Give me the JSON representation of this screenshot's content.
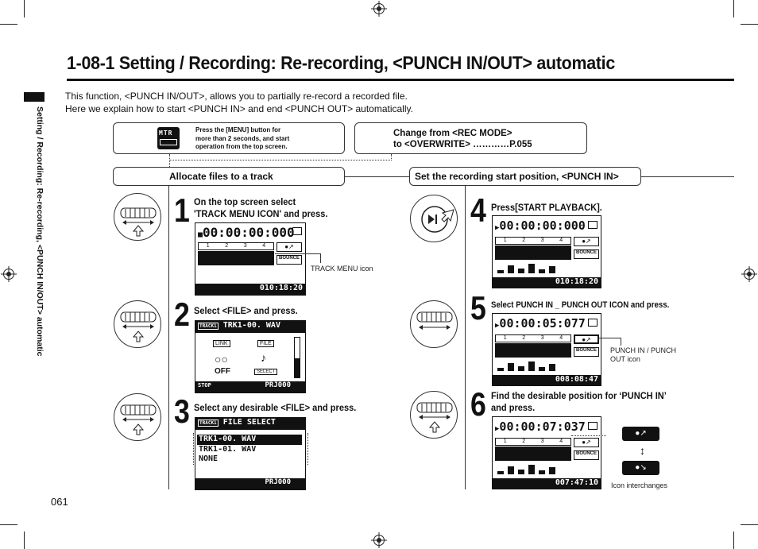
{
  "header": {
    "title": "1-08-1 Setting / Recording: Re-recording, <PUNCH IN/OUT> automatic",
    "side_label": "Setting / Recording: Re-recording, <PUNCH IN/OUT> automatic",
    "page_number": "061"
  },
  "intro": {
    "line1": "This function, <PUNCH IN/OUT>, allows you to partially re-record a recorded file.",
    "line2": "Here we explain how to start <PUNCH IN> and end <PUNCH OUT> automatically."
  },
  "top_boxes": {
    "mtr_icon_label": "MTR",
    "menu_text_1": "Press the [MENU] button for",
    "menu_text_2": "more than 2 seconds, and start",
    "menu_text_3": "operation from the top screen.",
    "change_text_1": "Change from <REC MODE>",
    "change_text_2": "to <OVERWRITE>  …………P.055"
  },
  "section_boxes": {
    "left": "Allocate files to a track",
    "right": "Set the recording start position, <PUNCH IN>"
  },
  "steps": [
    {
      "num": "1",
      "line1": "On the top screen select",
      "line2": " 'TRACK MENU ICON' and press."
    },
    {
      "num": "2",
      "line1": "Select <FILE> and press."
    },
    {
      "num": "3",
      "line1": "Select any desirable <FILE> and press."
    },
    {
      "num": "4",
      "line1": "Press[START PLAYBACK]."
    },
    {
      "num": "5",
      "line1": "Select PUNCH IN _ PUNCH OUT ICON and press."
    },
    {
      "num": "6",
      "line1": "Find the desirable position for ‘PUNCH IN’",
      "line2": "and press."
    }
  ],
  "screens": {
    "s1": {
      "time": "00:00:00:000",
      "footer": "010:18:20",
      "tracks": [
        "1",
        "2",
        "3",
        "4"
      ],
      "bounce": "BOUNCE"
    },
    "s2": {
      "track": "TRACK1",
      "file": "TRK1-00. WAV",
      "link": "LINK",
      "file_btn": "FILE",
      "off": "OFF",
      "select": "SELECT",
      "stop": "STOP",
      "project": "PRJ000"
    },
    "s3": {
      "track": "TRACK1",
      "header": "FILE SELECT",
      "files": [
        "TRK1-00. WAV",
        "TRK1-01. WAV",
        "NONE"
      ],
      "project": "PRJ000"
    },
    "s4": {
      "time": "00:00:00:000",
      "footer": "010:18:20",
      "tracks": [
        "1",
        "2",
        "3",
        "4"
      ],
      "bounce": "BOUNCE"
    },
    "s5": {
      "time": "00:00:05:077",
      "footer": "008:08:47",
      "tracks": [
        "1",
        "2",
        "3",
        "4"
      ],
      "bounce": "BOUNCE"
    },
    "s6": {
      "time": "00:00:07:037",
      "footer": "007:47:10",
      "tracks": [
        "1",
        "2",
        "3",
        "4"
      ],
      "bounce": "BOUNCE"
    }
  },
  "captions": {
    "track_menu": "TRACK MENU icon",
    "punch_1": "PUNCH  IN  /  PUNCH",
    "punch_2": "OUT icon",
    "interchange": "Icon interchanges"
  }
}
